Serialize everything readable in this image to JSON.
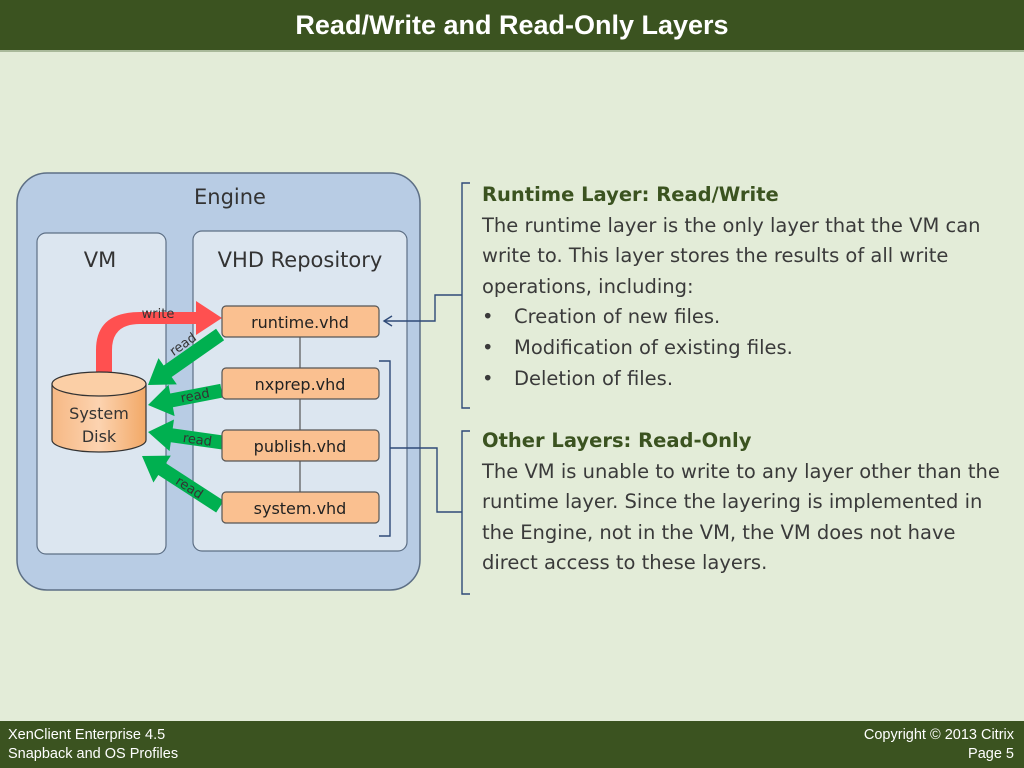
{
  "title": "Read/Write and Read-Only Layers",
  "footer": {
    "left_line1": "XenClient Enterprise 4.5",
    "left_line2": "Snapback and OS Profiles",
    "right_line1": "Copyright © 2013 Citrix",
    "right_line2": "Page 5"
  },
  "diagram": {
    "engine_label": "Engine",
    "vm_label": "VM",
    "repo_label": "VHD Repository",
    "system_disk_line1": "System",
    "system_disk_line2": "Disk",
    "layers": [
      "runtime.vhd",
      "nxprep.vhd",
      "publish.vhd",
      "system.vhd"
    ],
    "write_label": "write",
    "read_label": "read",
    "colors": {
      "engine_fill": "#b8cce4",
      "inner_box_fill": "#dce6f0",
      "layer_fill": "#fac090",
      "write_arrow": "#ff5050",
      "read_arrow": "#00b050"
    }
  },
  "runtime_section": {
    "heading": "Runtime Layer: Read/Write",
    "body": "The runtime layer is the only layer that the VM can write to.  This layer stores the results of all write operations, including:",
    "bullets": [
      "Creation of new files.",
      "Modification of existing files.",
      "Deletion of files."
    ]
  },
  "other_section": {
    "heading": "Other Layers:  Read-Only",
    "body": "The VM is unable to write to any layer other than the runtime layer.  Since the layering is implemented in the Engine, not in the VM, the VM does not have direct access to these layers."
  }
}
